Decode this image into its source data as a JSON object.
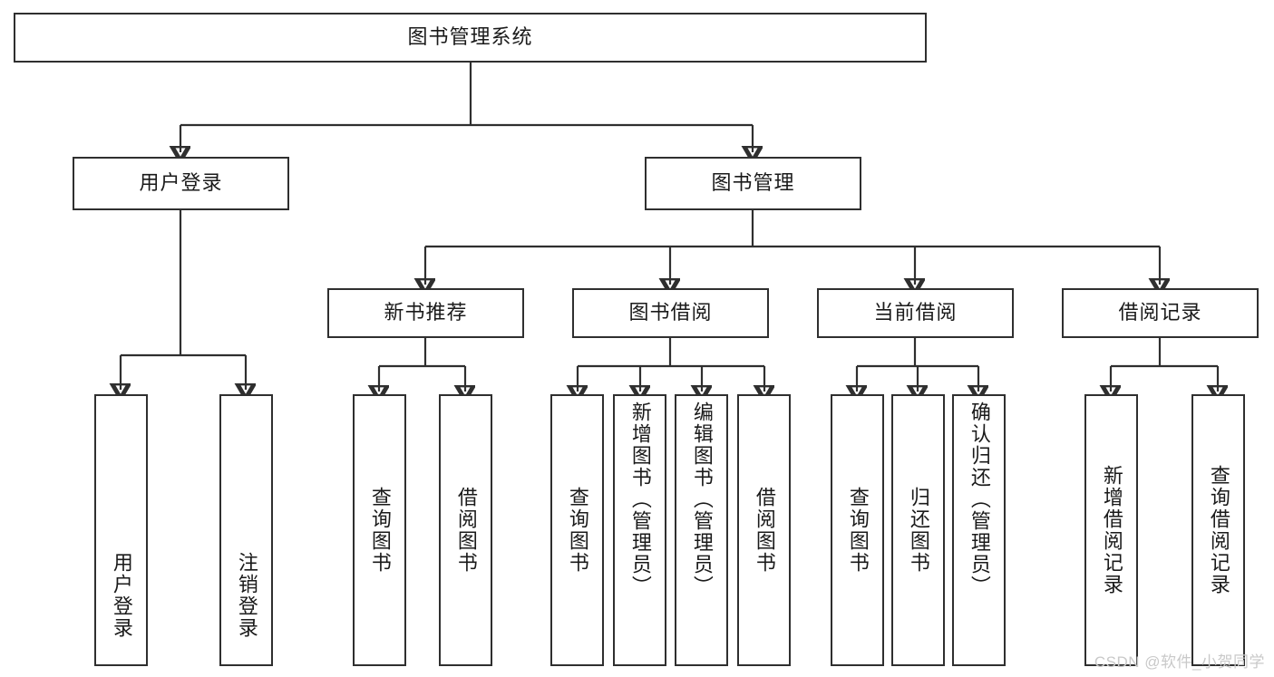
{
  "diagram": {
    "title": "图书管理系统",
    "watermark": "CSDN @软件_小贺同学",
    "colors": {
      "border": "#2f2f2f",
      "background": "#ffffff",
      "text": "#1a1a1a",
      "watermark": "#c9c9c9"
    },
    "root": {
      "label": "图书管理系统"
    },
    "level1": [
      {
        "label": "用户登录"
      },
      {
        "label": "图书管理"
      }
    ],
    "level2": [
      {
        "label": "新书推荐"
      },
      {
        "label": "图书借阅"
      },
      {
        "label": "当前借阅"
      },
      {
        "label": "借阅记录"
      }
    ],
    "leaves": {
      "user_login": [
        {
          "label": "用户登录"
        },
        {
          "label": "注销登录"
        }
      ],
      "new_book_recommend": [
        {
          "label": "查询图书"
        },
        {
          "label": "借阅图书"
        }
      ],
      "book_borrow": [
        {
          "label": "查询图书"
        },
        {
          "label": "新增图书（管理员）"
        },
        {
          "label": "编辑图书（管理员）"
        },
        {
          "label": "借阅图书"
        }
      ],
      "current_borrow": [
        {
          "label": "查询图书"
        },
        {
          "label": "归还图书"
        },
        {
          "label": "确认归还（管理员）"
        }
      ],
      "borrow_records": [
        {
          "label": "新增借阅记录"
        },
        {
          "label": "查询借阅记录"
        }
      ]
    }
  }
}
